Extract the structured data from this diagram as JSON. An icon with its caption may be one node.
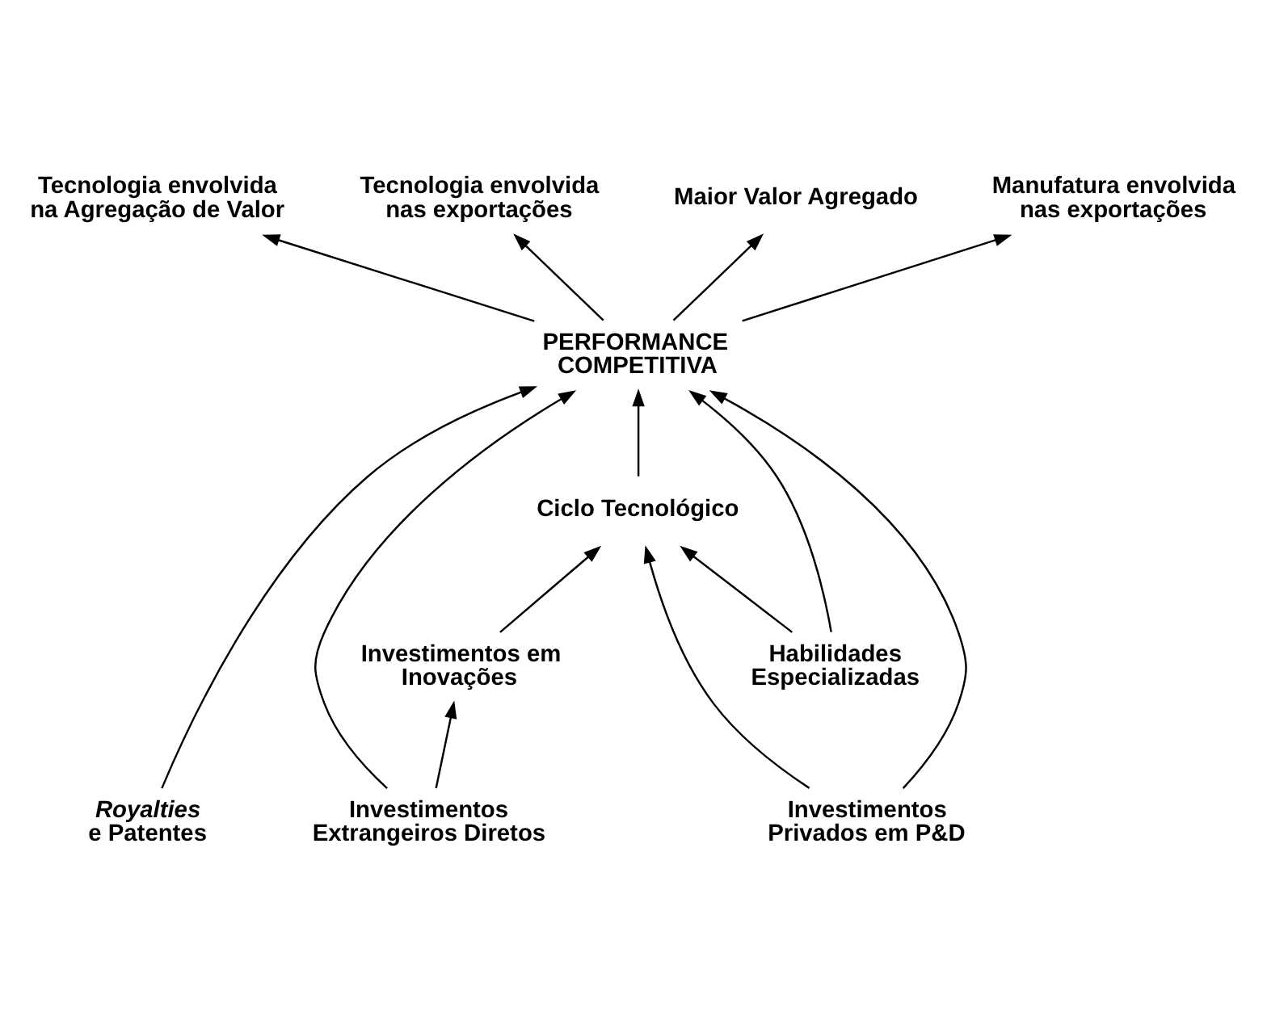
{
  "diagram": {
    "nodes": [
      {
        "text": [
          "PERFORMANCE COMPETITIVA"
        ]
      },
      {
        "text": [
          "Tecnologia envolvida na Agregação de Valor"
        ]
      },
      {
        "text": [
          "Tecnologia envolvida nas exportações"
        ]
      },
      {
        "text": [
          "Maior Valor Agregado"
        ]
      },
      {
        "text": [
          "Manufatura envolvida nas exportações"
        ]
      },
      {
        "text": [
          "*Royalties* e Patentes"
        ]
      },
      {
        "text": [
          "Investimentos Extrangeiros Diretos"
        ]
      },
      {
        "text": [
          "Investimentos Privados em P&D"
        ]
      },
      {
        "text": [
          "Habilidades Especializadas"
        ]
      },
      {
        "text": [
          "Ciclo Tecnológico"
        ]
      },
      {
        "text": [
          "Investimentos em Inovações"
        ]
      }
    ],
    "edges": [
      {
        "from": 0,
        "to": 3,
        "arrow": "to"
      },
      {
        "from": 0,
        "to": 1,
        "arrow": "to"
      },
      {
        "from": 0,
        "to": 2,
        "arrow": "to"
      },
      {
        "from": 0,
        "to": 4,
        "arrow": "to"
      },
      {
        "from": 5,
        "to": 0,
        "arrow": "to"
      },
      {
        "from": 6,
        "to": 0,
        "arrow": "to"
      },
      {
        "from": 7,
        "to": 0,
        "arrow": "to"
      },
      {
        "from": 9,
        "to": 0,
        "arrow": "to"
      },
      {
        "from": 8,
        "to": 0,
        "arrow": "to"
      },
      {
        "from": 7,
        "to": 9,
        "arrow": "to"
      },
      {
        "from": 8,
        "to": 9,
        "arrow": "to"
      },
      {
        "from": 6,
        "to": 10,
        "arrow": "to"
      },
      {
        "from": 10,
        "to": 9,
        "arrow": "to"
      }
    ]
  }
}
